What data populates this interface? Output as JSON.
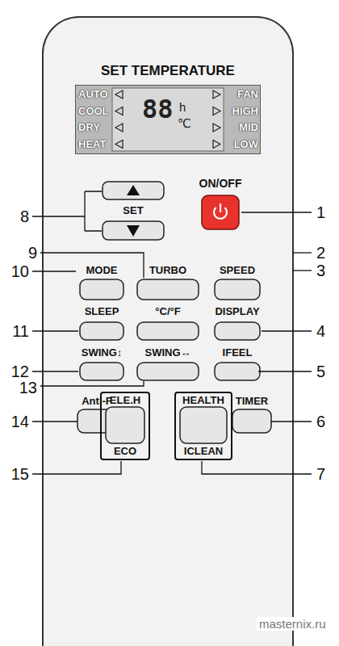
{
  "diagram": {
    "nodes": [
      {
        "text": [
          "SET TEMPERATURE"
        ]
      },
      {
        "text": [
          "AUTO",
          "COOL",
          "DRY",
          "HEAT",
          "FAN",
          "HIGH",
          "MID",
          "LOW"
        ],
        "in": 0
      },
      {
        "text": [
          "SET"
        ],
        "in": 0
      },
      {
        "text": [
          "ON/OFF"
        ],
        "in": 0
      },
      {
        "text": [
          "MODE"
        ],
        "in": 0
      },
      {
        "text": [
          "TURBO"
        ],
        "in": 0
      },
      {
        "text": [
          "SPEED"
        ],
        "in": 0
      },
      {
        "text": [
          "SLEEP"
        ],
        "in": 0
      },
      {
        "text": [
          "°C/°F"
        ],
        "in": 0
      },
      {
        "text": [
          "DISPLAY"
        ],
        "in": 0
      },
      {
        "text": [
          "SWING↕"
        ],
        "in": 0
      },
      {
        "text": [
          "SWING↔"
        ],
        "in": 0
      },
      {
        "text": [
          "IFEEL"
        ],
        "in": 0
      },
      {
        "text": [
          "Anti-F"
        ],
        "in": 0
      },
      {
        "text": [
          "ELE.H",
          "ECO"
        ],
        "in": 0
      },
      {
        "text": [
          "HEALTH",
          "ICLEAN"
        ],
        "in": 0
      },
      {
        "text": [
          "TIMER"
        ],
        "in": 0
      }
    ],
    "labels": [
      "1",
      "2",
      "3",
      "4",
      "5",
      "6",
      "7",
      "8",
      "9",
      "10",
      "11",
      "12",
      "13",
      "14",
      "15",
      "88",
      "h",
      "℃",
      "masternix.ru"
    ]
  }
}
